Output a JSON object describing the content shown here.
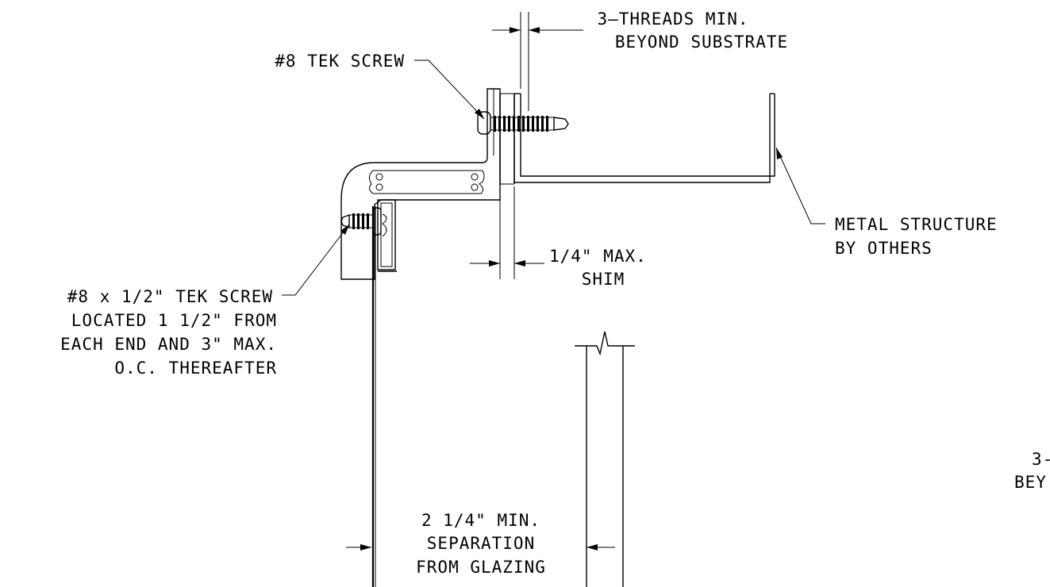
{
  "labels": {
    "threads_line1": "3—THREADS MIN.",
    "threads_line2": "BEYOND SUBSTRATE",
    "tek_screw": "#8 TEK SCREW",
    "metal_line1": "METAL STRUCTURE",
    "metal_line2": "BY OTHERS",
    "shim_line1": "1/4\" MAX.",
    "shim_line2": "SHIM",
    "screw2_line1": "#8 x 1/2\" TEK SCREW",
    "screw2_line2": "LOCATED 1 1/2\" FROM",
    "screw2_line3": "EACH END AND 3\" MAX.",
    "screw2_line4": "O.C. THEREAFTER",
    "sep_line1": "2 1/4\" MIN.",
    "sep_line2": "SEPARATION",
    "sep_line3": "FROM GLAZING",
    "cut_line1": "3-",
    "cut_line2": "BEY"
  }
}
